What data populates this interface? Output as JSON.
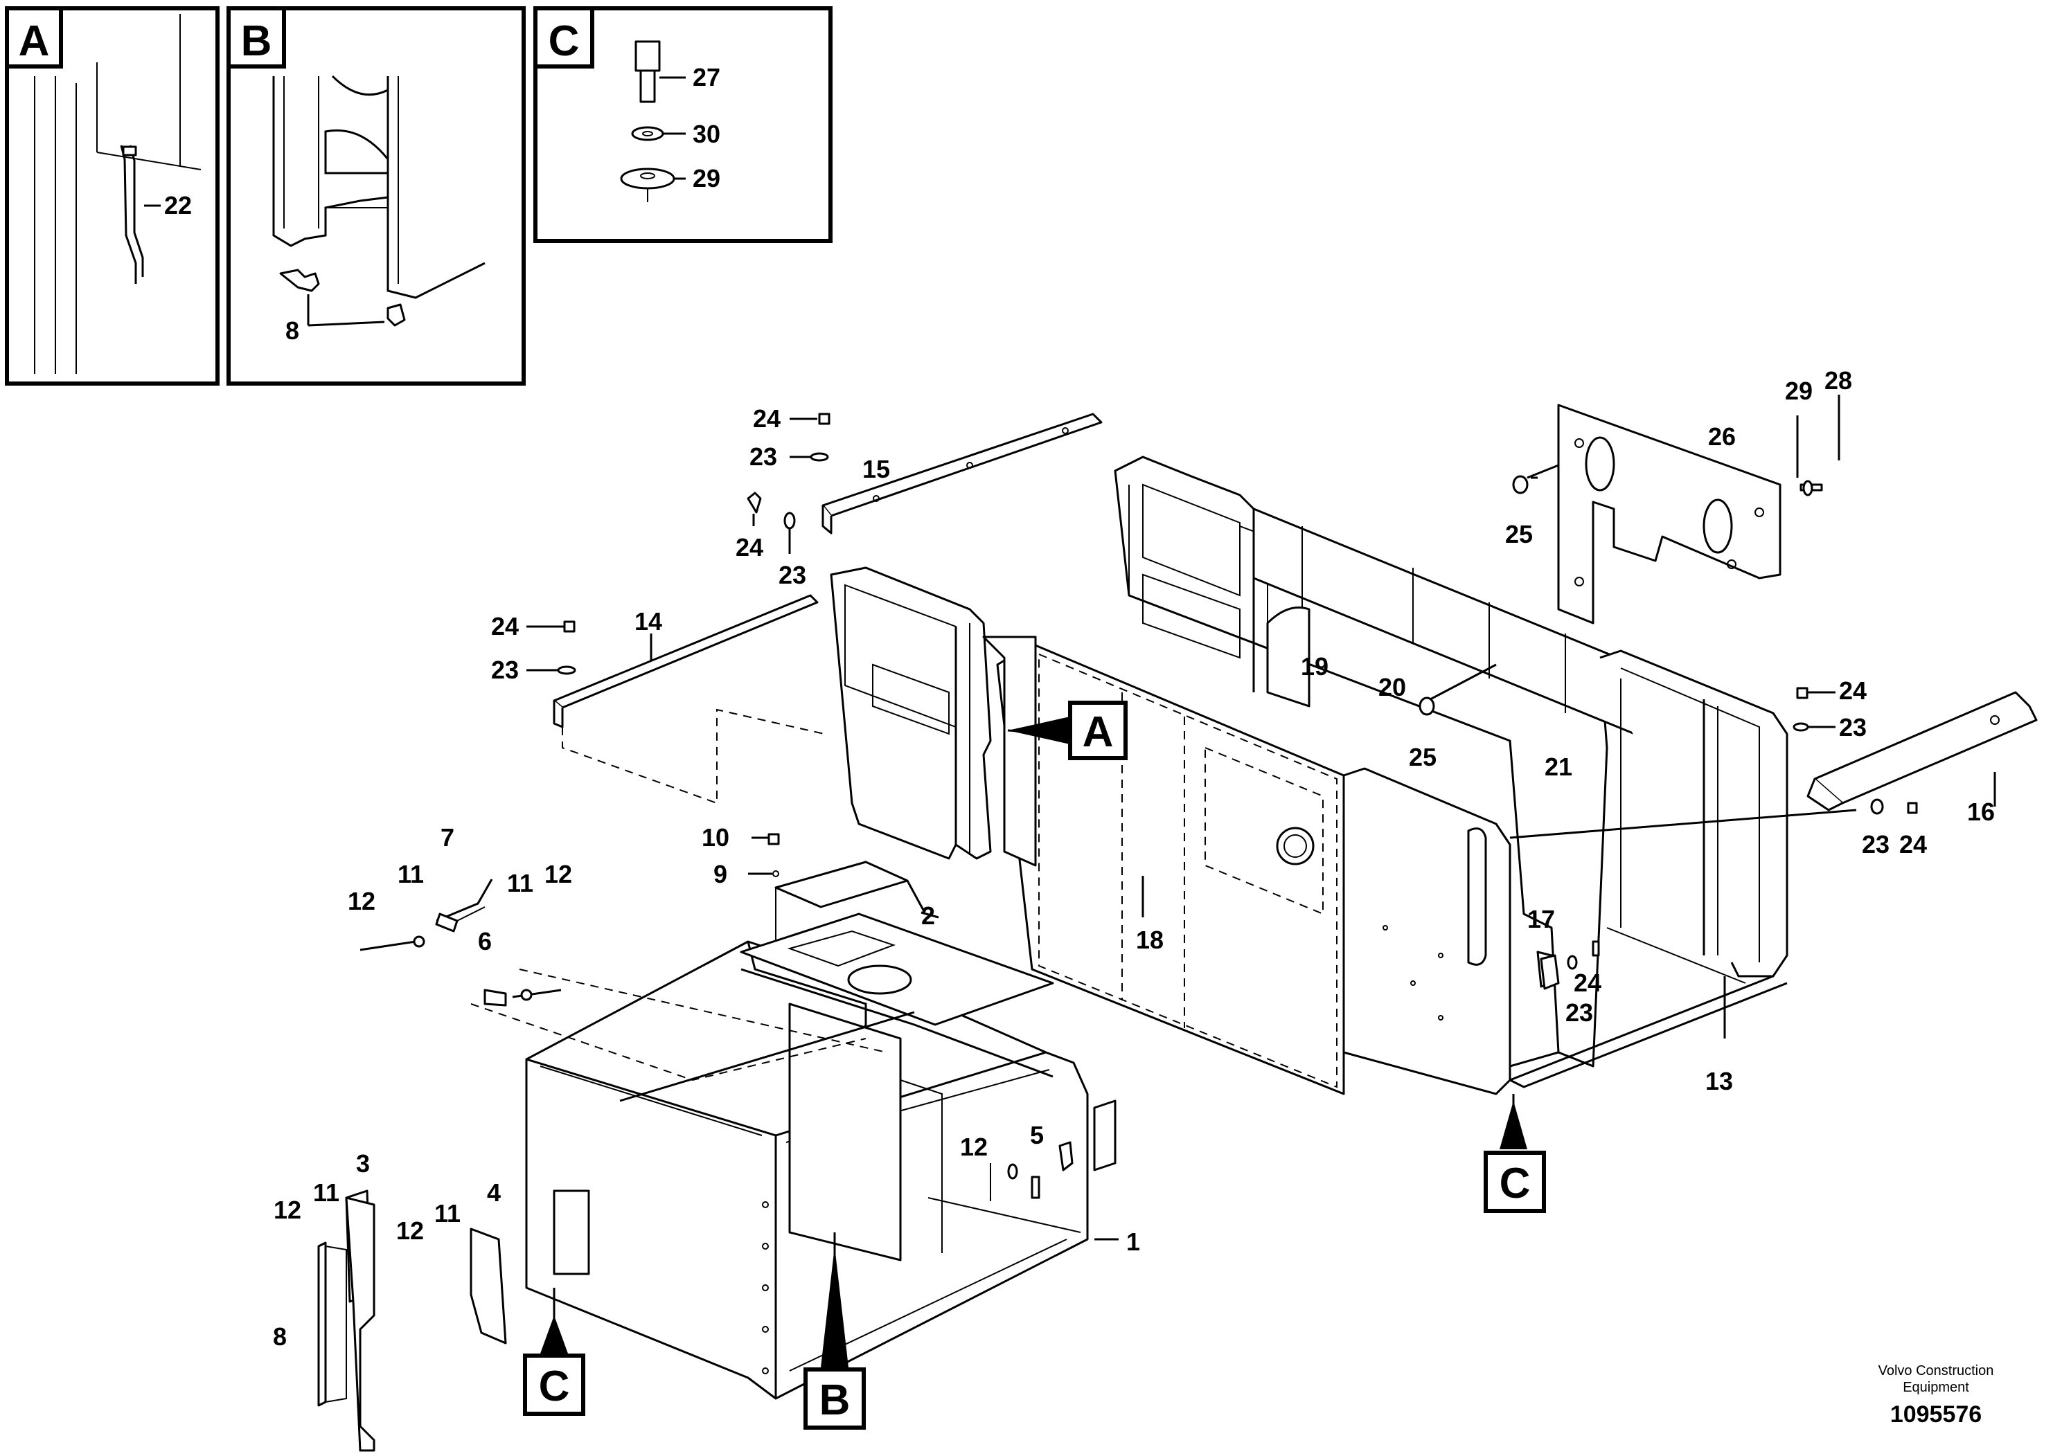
{
  "detail_views": [
    {
      "id": "A",
      "label": "A",
      "callouts": [
        "22"
      ]
    },
    {
      "id": "B",
      "label": "B",
      "callouts": [
        "8"
      ]
    },
    {
      "id": "C",
      "label": "C",
      "callouts": [
        "27",
        "30",
        "29"
      ]
    }
  ],
  "view_markers": [
    "A",
    "C",
    "C",
    "B"
  ],
  "callouts": [
    "1",
    "2",
    "3",
    "4",
    "5",
    "6",
    "7",
    "8",
    "9",
    "10",
    "11",
    "11",
    "11",
    "11",
    "12",
    "12",
    "12",
    "12",
    "12",
    "13",
    "14",
    "15",
    "16",
    "17",
    "18",
    "19",
    "20",
    "21",
    "23",
    "23",
    "23",
    "23",
    "23",
    "24",
    "24",
    "24",
    "24",
    "24",
    "25",
    "25",
    "26",
    "28",
    "29"
  ],
  "footer": {
    "publisher_line1": "Volvo Construction",
    "publisher_line2": "Equipment",
    "drawing_number": "1095576"
  }
}
